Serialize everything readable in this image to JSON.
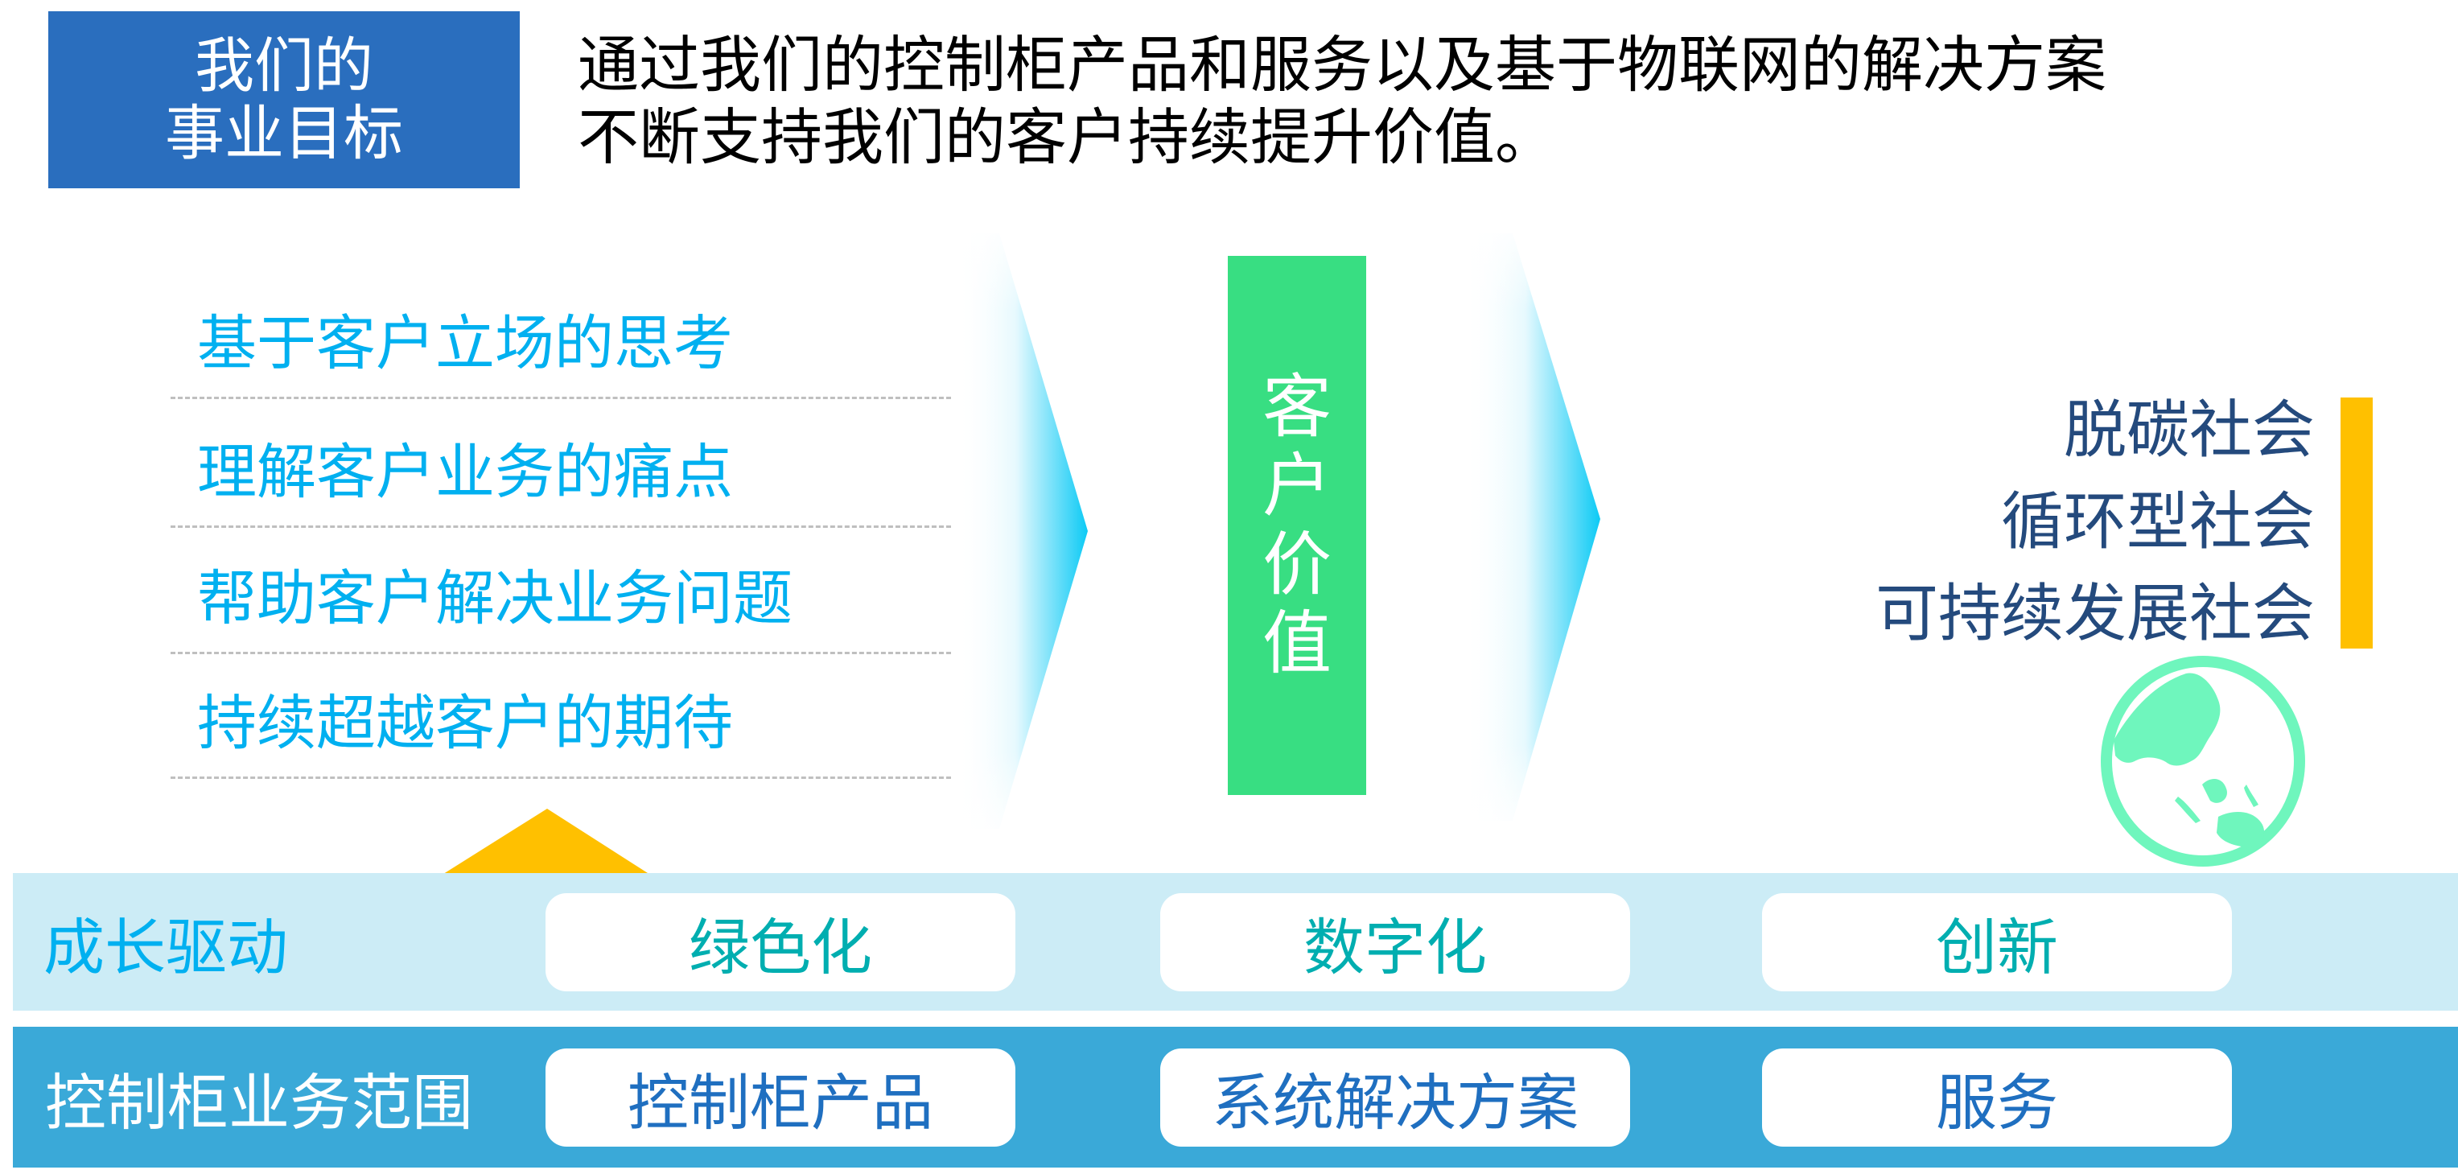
{
  "header": {
    "title_line1": "我们的",
    "title_line2": "事业目标",
    "mission_line1": "通过我们的控制柜产品和服务以及基于物联网的解决方案",
    "mission_line2": "不断支持我们的客户持续提升价值。"
  },
  "principles": [
    {
      "label": "基于客户立场的思考"
    },
    {
      "label": "理解客户业务的痛点"
    },
    {
      "label": "帮助客户解决业务问题"
    },
    {
      "label": "持续超越客户的期待"
    }
  ],
  "customer_value": {
    "chars": [
      "客",
      "户",
      "价",
      "值"
    ]
  },
  "society_goals": [
    {
      "label": "脱碳社会"
    },
    {
      "label": "循环型社会"
    },
    {
      "label": "可持续发展社会"
    }
  ],
  "growth_drivers": {
    "label": "成长驱动",
    "items": [
      "绿色化",
      "数字化",
      "创新"
    ]
  },
  "business_scope": {
    "label": "控制柜业务范围",
    "items": [
      "控制柜产品",
      "系统解决方案",
      "服务"
    ]
  },
  "icons": {
    "globe": "globe-icon",
    "arrow": "chevron-arrow-icon",
    "up_triangle": "up-triangle-icon"
  },
  "colors": {
    "header_blue": "#2a6ebe",
    "list_cyan": "#00b0f0",
    "value_green": "#38de82",
    "society_navy": "#244a7d",
    "accent_yellow": "#ffc000",
    "globe_mint": "#6ff6bd",
    "growth_band": "#ccecf6",
    "scope_band": "#3aa9d8"
  }
}
